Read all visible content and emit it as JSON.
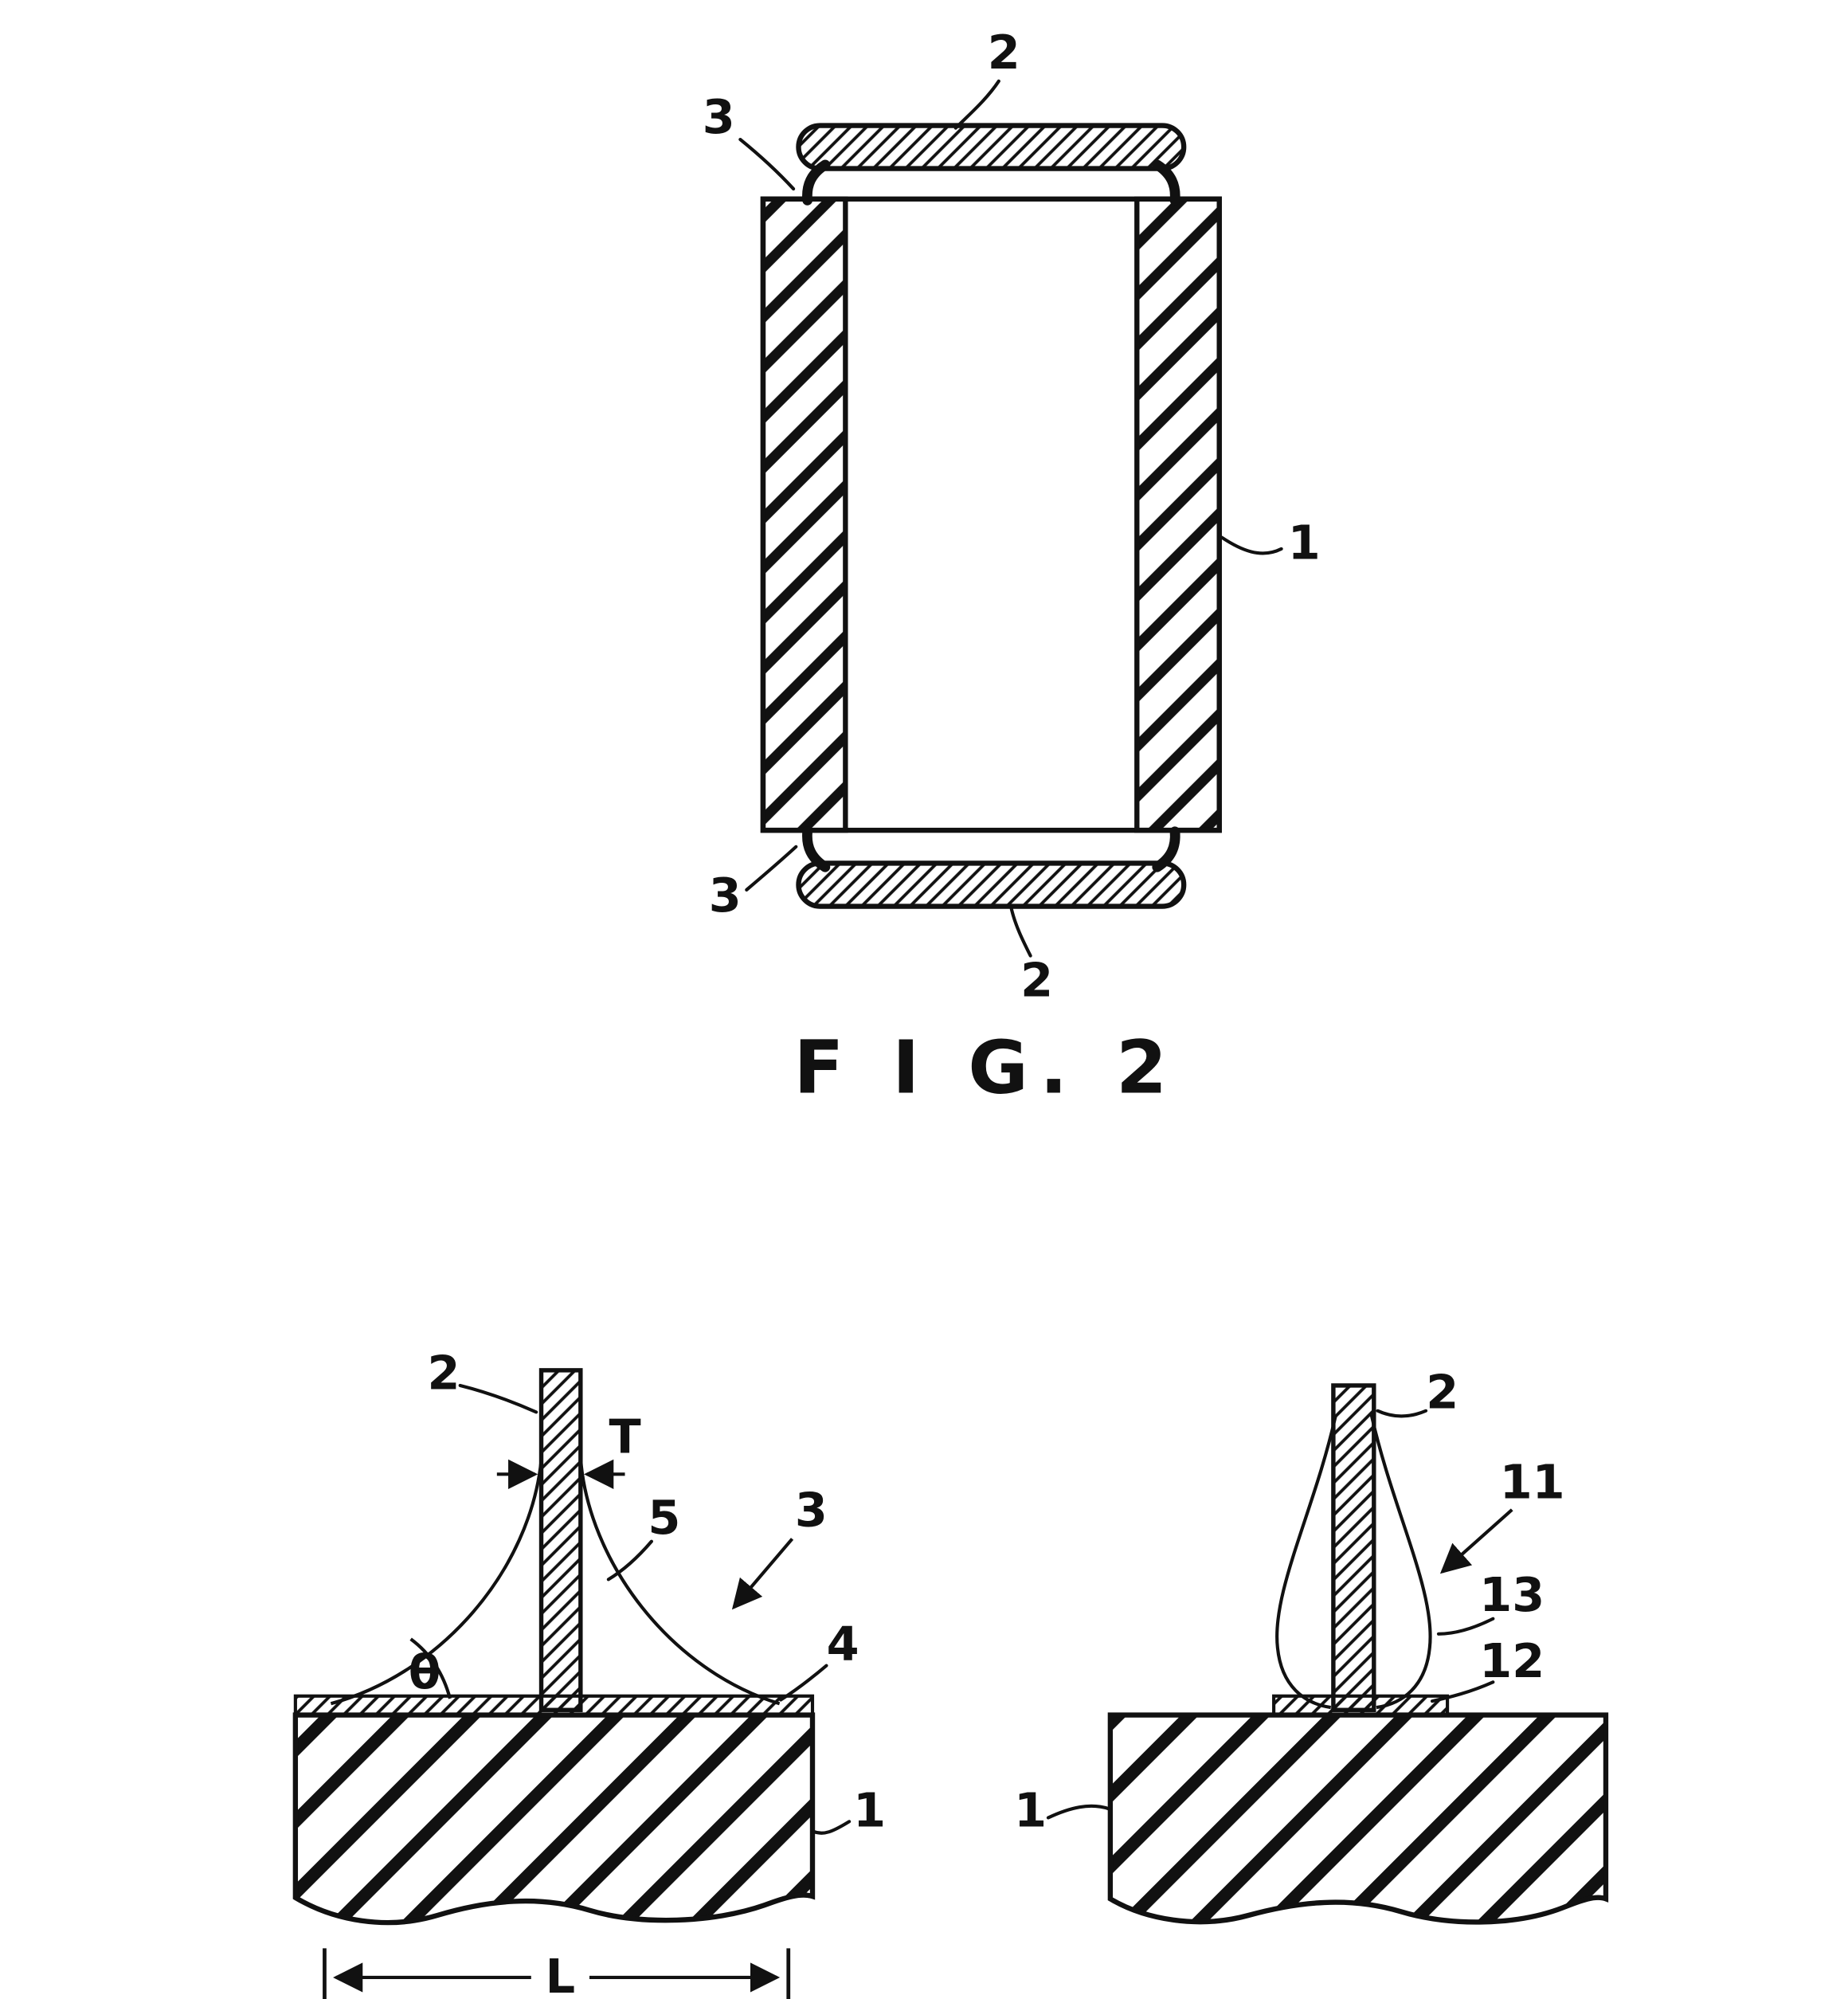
{
  "page": {
    "background": "#ffffff",
    "ink": "#111111"
  },
  "figure2": {
    "caption": "F I G.  2",
    "labels": {
      "top_electrode": "2",
      "top_fillet": "3",
      "body": "1",
      "bottom_fillet": "3",
      "bottom_electrode": "2"
    }
  },
  "detail_left": {
    "labels": {
      "lead": "2",
      "thickness": "T",
      "fillet_surface": "5",
      "fillet": "3",
      "contact_angle": "θ",
      "electrode_layer": "4",
      "substrate": "1",
      "land_length": "L"
    }
  },
  "detail_right": {
    "labels": {
      "lead": "2",
      "pointer": "11",
      "flux_body": "13",
      "electrode_layer": "12",
      "substrate": "1"
    }
  }
}
